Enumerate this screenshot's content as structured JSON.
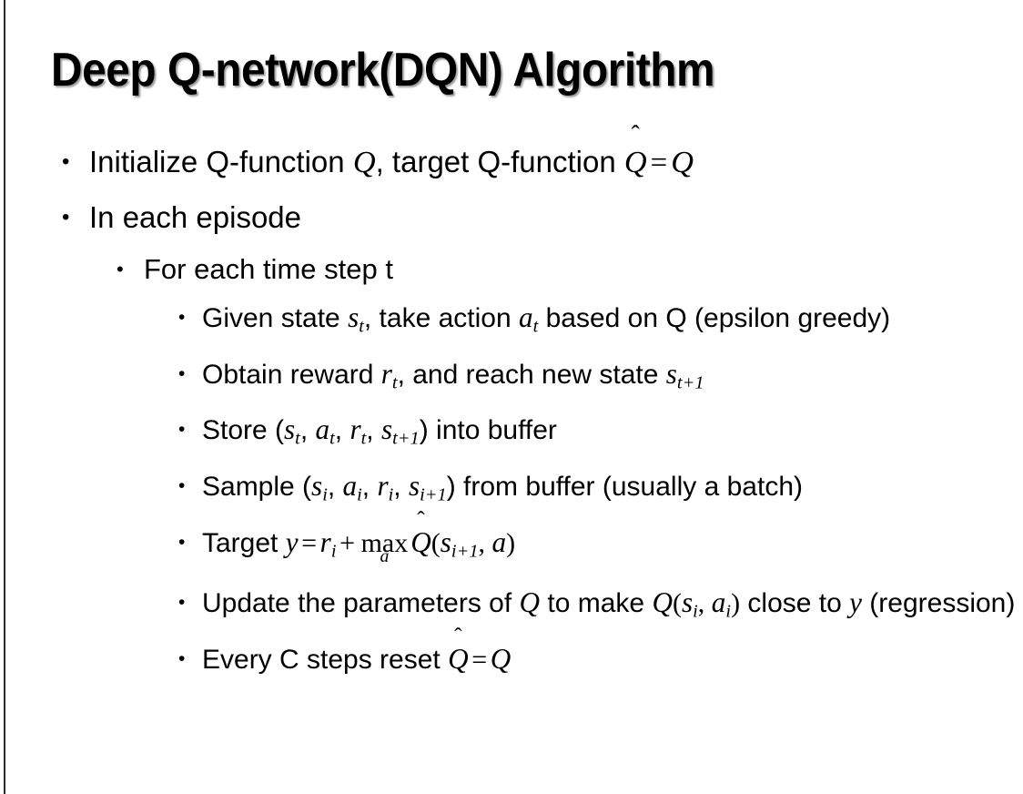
{
  "slide": {
    "title": "Deep Q-network(DQN) Algorithm",
    "background_color": "#ffffff",
    "text_color": "#000000",
    "bullet_marker": "•"
  },
  "content": {
    "b1": {
      "level": 1,
      "pre": "Initialize Q-function ",
      "var_q": "Q",
      "mid": ", target Q-function ",
      "qhat": "Q",
      "hat": "̂",
      "eq": "=",
      "var_q2": "Q"
    },
    "b2": {
      "level": 1,
      "text": "In each episode"
    },
    "b3": {
      "level": 2,
      "text": "For each time step t"
    },
    "b4": {
      "level": 3,
      "pre": "Given state ",
      "s": "s",
      "s_sub": "t",
      "mid": ", take action ",
      "a": "a",
      "a_sub": "t",
      "post": " based on Q (epsilon greedy)"
    },
    "b5": {
      "level": 3,
      "pre": "Obtain reward ",
      "r": "r",
      "r_sub": "t",
      "mid": ", and reach new state ",
      "s2": "s",
      "s2_sub": "t+1"
    },
    "b6": {
      "level": 3,
      "pre": "Store (",
      "s": "s",
      "s_sub": "t",
      "c1": ", ",
      "a": "a",
      "a_sub": "t",
      "c2": ", ",
      "r": "r",
      "r_sub": "t",
      "c3": ", ",
      "s2": "s",
      "s2_sub": "t+1",
      "post": ") into buffer"
    },
    "b7": {
      "level": 3,
      "pre": "Sample (",
      "s": "s",
      "s_sub": "i",
      "c1": ", ",
      "a": "a",
      "a_sub": "i",
      "c2": ", ",
      "r": "r",
      "r_sub": "i",
      "c3": ", ",
      "s2": "s",
      "s2_sub": "i+1",
      "post": ") from buffer (usually a batch)"
    },
    "b8": {
      "level": 3,
      "pre": "Target ",
      "y": "y",
      "eq": "=",
      "r": "r",
      "r_sub": "i",
      "plus": "+",
      "op": "max",
      "op_under": "a",
      "qhat": "Q",
      "hat": "̂",
      "open": "(",
      "s": "s",
      "s_sub": "i+1",
      "comma": ", ",
      "a": "a",
      "close": ")"
    },
    "b9": {
      "level": 3,
      "pre": "Update the parameters of ",
      "q1": "Q",
      "mid": " to make ",
      "q2": "Q",
      "open": "(",
      "s": "s",
      "s_sub": "i",
      "comma": ", ",
      "a": "a",
      "a_sub": "i",
      "close": ")",
      "post": " close to ",
      "y": "y",
      "tail": " (regression)"
    },
    "b10": {
      "level": 3,
      "pre": "Every C steps reset ",
      "qhat": "Q",
      "hat": "̂",
      "eq": "=",
      "q": "Q"
    }
  }
}
